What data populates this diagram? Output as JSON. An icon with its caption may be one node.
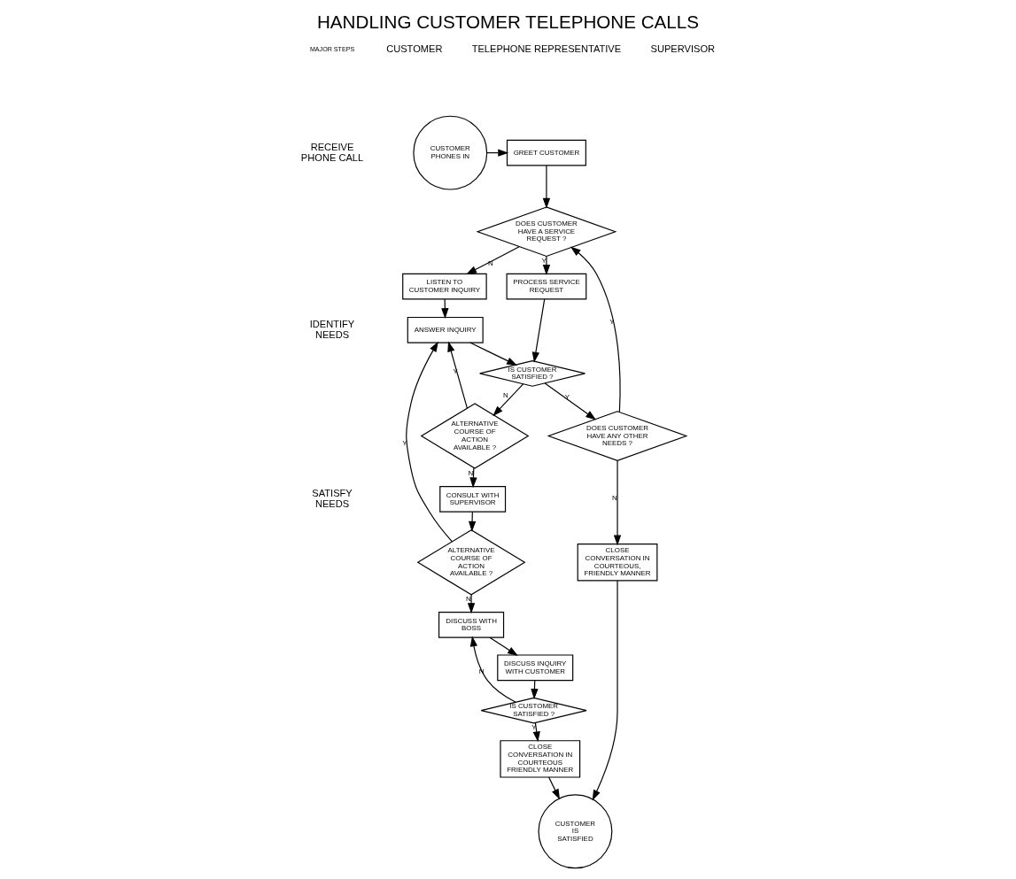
{
  "diagram": {
    "title": "HANDLING CUSTOMER TELEPHONE CALLS",
    "nodes": [
      {
        "text": [
          "CUSTOMER PHONES IN"
        ]
      },
      {
        "text": [
          "GREET CUSTOMER"
        ]
      },
      {
        "text": [
          "DOES CUSTOMER HAVE A SERVICE REQUEST ?"
        ]
      },
      {
        "text": [
          "LISTEN TO CUSTOMER INQUIRY"
        ]
      },
      {
        "text": [
          "PROCESS SERVICE REQUEST"
        ]
      },
      {
        "text": [
          "ANSWER INQUIRY"
        ]
      },
      {
        "text": [
          "DOES CUSTOMER HAVE ANY OTHER NEEDS ?"
        ]
      },
      {
        "text": [
          "IS CUSTOMER SATISFIED ?"
        ]
      },
      {
        "text": [
          "ALTERNATIVE COURSE OF ACTION AVAILABLE ?"
        ]
      },
      {
        "text": [
          "CONSULT WITH SUPERVISOR"
        ]
      },
      {
        "text": [
          "CLOSE CONVERSATION IN COURTEOUS, FRIENDLY MANNER"
        ]
      },
      {
        "text": [
          "ALTERNATIVE COURSE OF ACTION AVAILABLE ?"
        ]
      },
      {
        "text": [
          "DISCUSS WITH BOSS"
        ]
      },
      {
        "text": [
          "DISCUSS INQUIRY WITH CUSTOMER"
        ]
      },
      {
        "text": [
          "IS CUSTOMER SATISFIED ?"
        ]
      },
      {
        "text": [
          "CLOSE CONVERSATION IN COURTEOUS FRIENDLY MANNER"
        ]
      },
      {
        "text": [
          "CUSTOMER IS SATISFIED"
        ]
      }
    ],
    "edges": [
      {
        "from": 0,
        "to": 1,
        "arrow": "to"
      },
      {
        "from": 1,
        "to": 2,
        "arrow": "to"
      },
      {
        "from": 2,
        "to": 3,
        "arrow": "to",
        "label": "N"
      },
      {
        "from": 2,
        "to": 4,
        "arrow": "to",
        "label": "Y"
      },
      {
        "from": 3,
        "to": 5,
        "arrow": "to"
      },
      {
        "from": 4,
        "to": 7,
        "arrow": "to"
      },
      {
        "from": 5,
        "to": 7,
        "arrow": "to"
      },
      {
        "from": 7,
        "to": 6,
        "arrow": "to",
        "label": "Y"
      },
      {
        "from": 7,
        "to": 8,
        "arrow": "to",
        "label": "N"
      },
      {
        "from": 6,
        "to": 2,
        "arrow": "to",
        "label": "Y"
      },
      {
        "from": 6,
        "to": 10,
        "arrow": "to",
        "label": "N"
      },
      {
        "from": 8,
        "to": 5,
        "arrow": "to",
        "label": "Y"
      },
      {
        "from": 8,
        "to": 9,
        "arrow": "to",
        "label": "N"
      },
      {
        "from": 9,
        "to": 11,
        "arrow": "to"
      },
      {
        "from": 11,
        "to": 5,
        "arrow": "to",
        "label": "Y"
      },
      {
        "from": 11,
        "to": 12,
        "arrow": "to",
        "label": "N"
      },
      {
        "from": 12,
        "to": 13,
        "arrow": "to"
      },
      {
        "from": 13,
        "to": 14,
        "arrow": "to"
      },
      {
        "from": 14,
        "to": 12,
        "arrow": "to",
        "label": "N"
      },
      {
        "from": 14,
        "to": 15,
        "arrow": "to",
        "label": "Y"
      },
      {
        "from": 10,
        "to": 16,
        "arrow": "to"
      },
      {
        "from": 15,
        "to": 16,
        "arrow": "to"
      }
    ],
    "labels": [
      "MAJOR STEPS",
      "CUSTOMER",
      "TELEPHONE REPRESENTATIVE",
      "SUPERVISOR",
      "RECEIVE PHONE CALL",
      "IDENTIFY NEEDS",
      "SATISFY NEEDS"
    ]
  }
}
